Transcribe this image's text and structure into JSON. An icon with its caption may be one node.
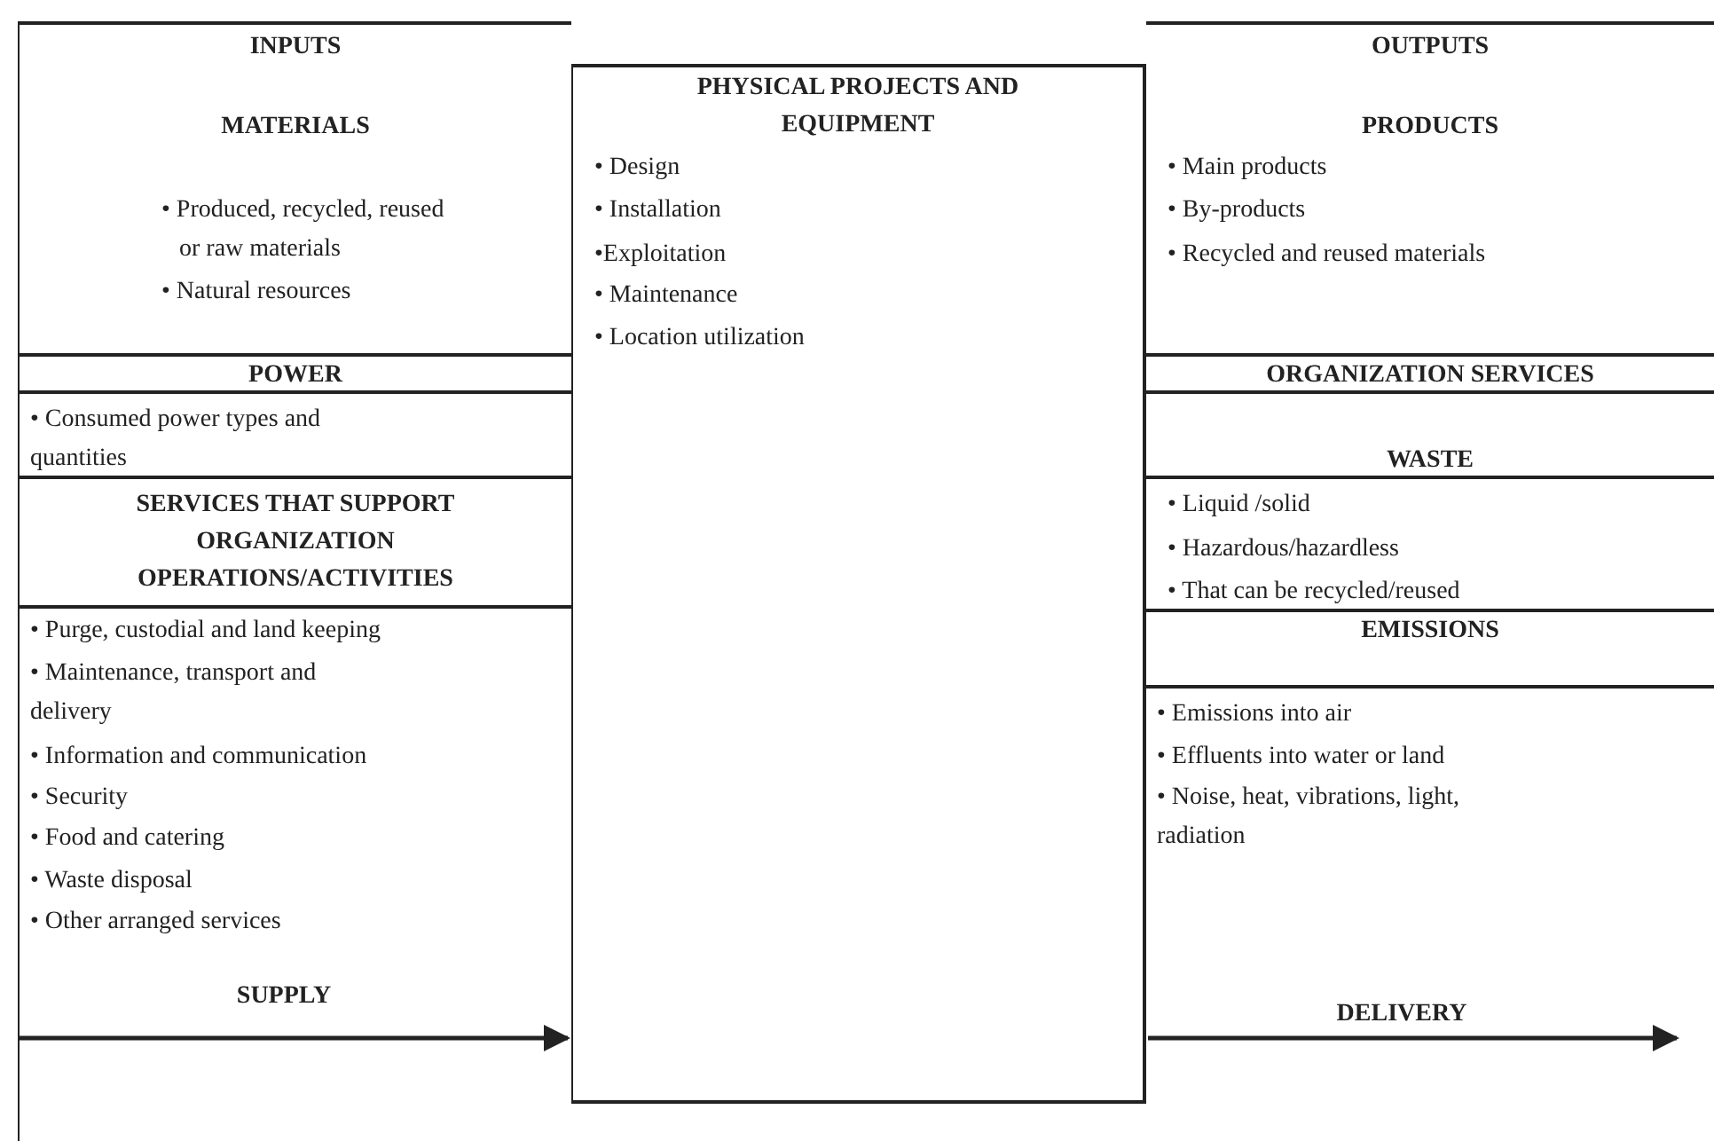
{
  "diagram": {
    "nodes": [
      {
        "text": [
          "INPUTS",
          "MATERIALS",
          "• Produced, recycled, reused or raw materials",
          "• Natural resources"
        ]
      },
      {
        "text": [
          "PHYSICAL PROJECTS AND EQUIPMENT",
          "• Design",
          "• Installation",
          "•Exploitation",
          "• Maintenance",
          "• Location utilization"
        ]
      },
      {
        "text": [
          "OUTPUTS",
          "PRODUCTS",
          "• Main products",
          "• By-products",
          "• Recycled and reused materials"
        ]
      },
      {
        "text": [
          "POWER"
        ]
      },
      {
        "text": [
          "ORGANIZATION SERVICES"
        ]
      },
      {
        "text": [
          "• Consumed power types and quantities"
        ]
      },
      {
        "text": [
          "WASTE"
        ]
      },
      {
        "text": [
          "SERVICES THAT SUPPORT ORGANIZATION OPERATIONS/ACTIVITIES"
        ]
      },
      {
        "text": [
          "• Liquid /solid",
          "• Hazardous/hazardless",
          "• That can be recycled/reused"
        ]
      },
      {
        "text": [
          "EMISSIONS"
        ]
      },
      {
        "text": [
          "• Purge, custodial and land keeping",
          "• Maintenance, transport and delivery",
          "• Information and communication",
          "• Security",
          "• Food and catering",
          "• Waste disposal",
          "• Other arranged services"
        ]
      },
      {
        "text": [
          "• Emissions into air",
          "• Effluents into water or land",
          "• Noise, heat, vibrations, light, radiation"
        ]
      }
    ],
    "edges": [
      {
        "from": 10,
        "to": 1,
        "arrow": "to",
        "label": "SUPPLY"
      },
      {
        "from": 1,
        "to": null,
        "arrow": "to",
        "label": "DELIVERY"
      }
    ]
  }
}
